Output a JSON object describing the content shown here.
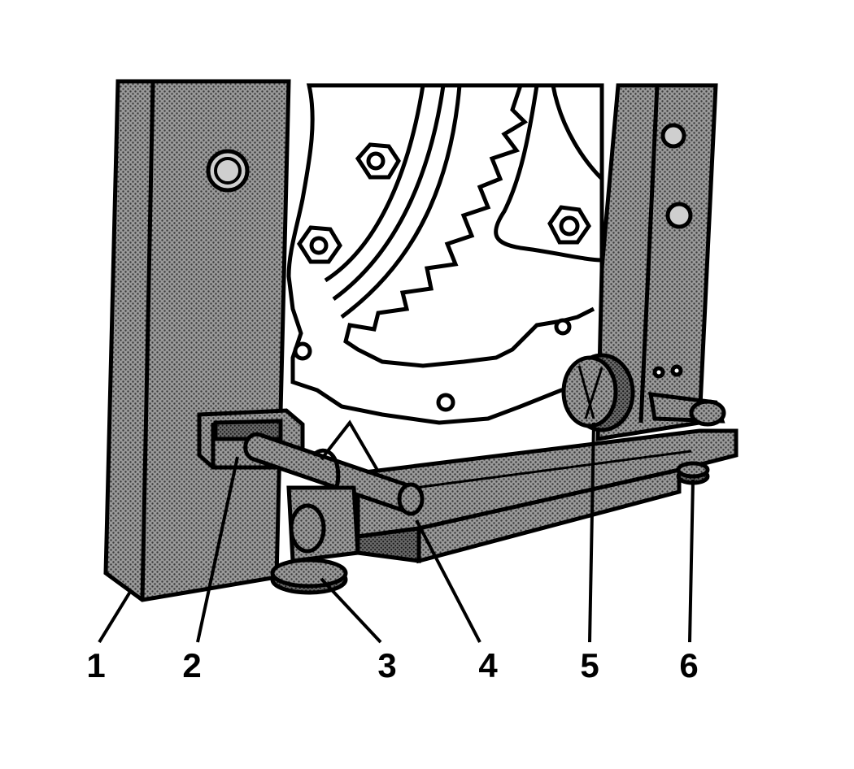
{
  "callouts": [
    {
      "id": "1",
      "label": "1"
    },
    {
      "id": "2",
      "label": "2"
    },
    {
      "id": "3",
      "label": "3"
    },
    {
      "id": "4",
      "label": "4"
    },
    {
      "id": "5",
      "label": "5"
    },
    {
      "id": "6",
      "label": "6"
    }
  ],
  "colors": {
    "ink": "#000000",
    "paper": "#ffffff",
    "stipple": "#8a8a8a"
  }
}
